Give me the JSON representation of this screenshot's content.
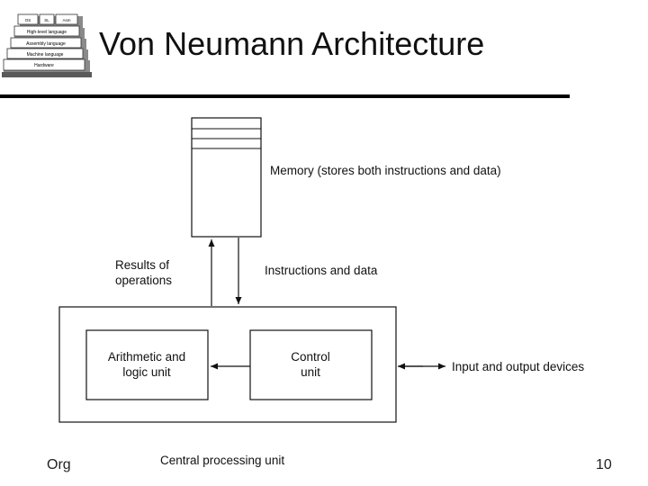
{
  "slide": {
    "title": "Von Neumann Architecture",
    "footer_left": "Org",
    "footer_right": "10"
  },
  "logo": {
    "layers": [
      {
        "label": "OS"
      },
      {
        "label": "SL"
      },
      {
        "label": "Asm"
      },
      {
        "label": "High-level language"
      },
      {
        "label": "Assembly language"
      },
      {
        "label": "Machine language"
      },
      {
        "label": "Hardware"
      }
    ]
  },
  "diagram": {
    "memory_label": "Memory (stores both instructions and data)",
    "results_label_line1": "Results of",
    "results_label_line2": "operations",
    "instructions_label": "Instructions and data",
    "alu_label_line1": "Arithmetic and",
    "alu_label_line2": "logic unit",
    "control_label_line1": "Control",
    "control_label_line2": "unit",
    "io_label": "Input and output devices",
    "cpu_label": "Central processing unit"
  }
}
